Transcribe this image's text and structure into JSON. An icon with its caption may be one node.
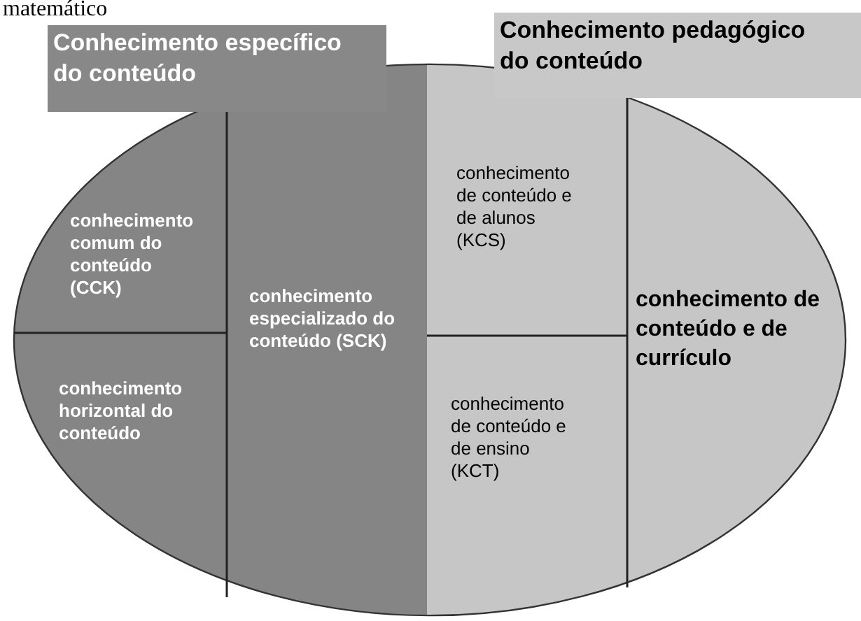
{
  "diagram": {
    "nodes": [
      {
        "text": [
          "Conhecimento específico do conteúdo"
        ]
      },
      {
        "text": [
          "Conhecimento pedagógico do conteúdo"
        ]
      },
      {
        "text": [
          "conhecimento comum do conteúdo (CCK)"
        ]
      },
      {
        "text": [
          "conhecimento horizontal do conteúdo"
        ]
      },
      {
        "text": [
          "conhecimento especializado do conteúdo (SCK)"
        ]
      },
      {
        "text": [
          "conhecimento de conteúdo e de alunos (KCS)"
        ]
      },
      {
        "text": [
          "conhecimento de conteúdo e de ensino (KCT)"
        ]
      },
      {
        "text": [
          "conhecimento de conteúdo e de currículo"
        ]
      }
    ],
    "labels": [
      "matemático"
    ]
  }
}
